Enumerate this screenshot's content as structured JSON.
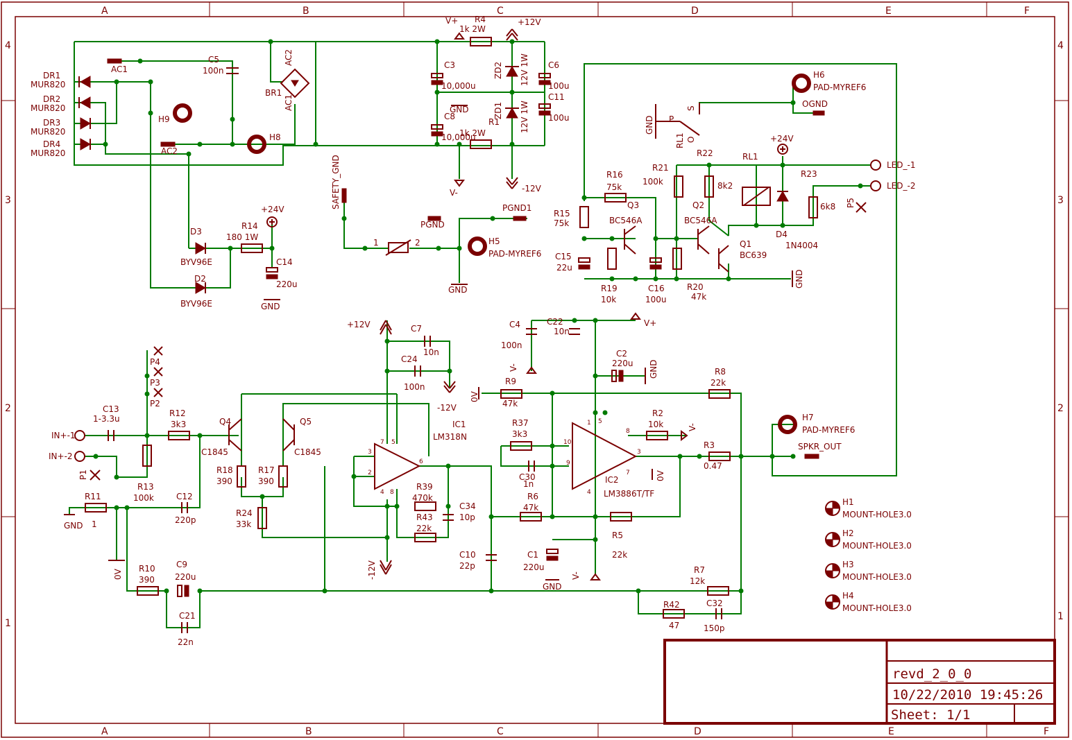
{
  "frame": {
    "columns": [
      "A",
      "B",
      "C",
      "D",
      "E",
      "F"
    ],
    "rows": [
      "4",
      "3",
      "2",
      "1"
    ]
  },
  "title_block": {
    "name": "revd_2_0_0",
    "date": "10/22/2010 19:45:26",
    "sheet": "Sheet: 1/1"
  },
  "labels": {
    "dr1": "DR1",
    "dr1v": "MUR820",
    "dr2": "DR2",
    "dr2v": "MUR820",
    "dr3": "DR3",
    "dr3v": "MUR820",
    "dr4": "DR4",
    "dr4v": "MUR820",
    "ac1": "AC1",
    "ac2": "AC2",
    "c5": "C5",
    "c5v": "100n",
    "br1": "BR1",
    "br_ac1": "AC1",
    "br_ac2": "AC2",
    "h9": "H9",
    "h8": "H8",
    "vplus_top": "V+",
    "r4": "R4",
    "r4v": "1k 2W",
    "p12_top": "+12V",
    "c3": "C3",
    "c3v": "10,000u",
    "gnd_c": "GND",
    "c8": "C8",
    "c8v": "10,000u",
    "r1": "R1",
    "r1v": "1k 2W",
    "vminus_top": "V-",
    "m12_top": "-12V",
    "zd2": "ZD2",
    "zd2v": "12V 1W",
    "zd1": "ZD1",
    "zd1v": "12V 1W",
    "c6": "C6",
    "c6v": "100u",
    "c11": "C11",
    "c11v": "100u",
    "d3": "D3",
    "d3v": "BYV96E",
    "d2": "D2",
    "d2v": "BYV96E",
    "r14": "R14",
    "r14v": "180 1W",
    "p24_a": "+24V",
    "c14": "C14",
    "c14v": "220u",
    "gnd_c14": "GND",
    "safety_gnd": "SAFETY_GND",
    "pgnd": "PGND",
    "pgnd1": "PGND1",
    "h5": "H5",
    "h5v": "PAD-MYREF6",
    "gnd_h5": "GND",
    "pin1": "1",
    "pin2": "2",
    "gnd_rl": "GND",
    "rl_p": "P",
    "rl_s": "S",
    "rl_o": "O",
    "rl1_sw": "RL1",
    "h6": "H6",
    "h6v": "PAD-MYREF6",
    "ognd": "OGND",
    "r22": "R22",
    "r22v": "8k2",
    "rl1": "RL1",
    "p24_b": "+24V",
    "led1": "LED_-1",
    "led2": "LED_-2",
    "r23": "R23",
    "r23v": "6k8",
    "p5": "P5",
    "r16": "R16",
    "r16v": "75k",
    "r21": "R21",
    "r21v": "100k",
    "r15": "R15",
    "r15v": "75k",
    "q3": "Q3",
    "q3v": "BC546A",
    "q2": "Q2",
    "q2v": "BC546A",
    "q1": "Q1",
    "q1v": "BC639",
    "d4": "D4",
    "d4v": "1N4004",
    "c15": "C15",
    "c15v": "22u",
    "r19": "R19",
    "r19v": "10k",
    "c16": "C16",
    "c16v": "100u",
    "r20": "R20",
    "r20v": "47k",
    "gnd_q": "GND",
    "p12_mid": "+12V",
    "c7": "C7",
    "c7v": "10n",
    "c24": "C24",
    "c24v": "100n",
    "m12_mid": "-12V",
    "ic1": "IC1",
    "ic1v": "LM318N",
    "c4": "C4",
    "c4v": "100n",
    "c22": "C22",
    "c22v": "10n",
    "vplus_mid": "V+",
    "c2": "C2",
    "c2v": "220u",
    "gnd_c2": "GND",
    "vminus_c4": "V-",
    "ov_r9": "0V",
    "r9": "R9",
    "r9v": "47k",
    "r8": "R8",
    "r8v": "22k",
    "h7": "H7",
    "h7v": "PAD-MYREF6",
    "spkr": "SPKR_OUT",
    "r37": "R37",
    "r37v": "3k3",
    "r2": "R2",
    "r2v": "10k",
    "vminus_r2": "V-",
    "r3": "R3",
    "r3v": "0.47",
    "c30": "C30",
    "c30v": "1n",
    "ic2": "IC2",
    "ic2v": "LM3886T/TF",
    "ov_ic2": "0V",
    "r6": "R6",
    "r6v": "47k",
    "r5": "R5",
    "r5v": "22k",
    "c1": "C1",
    "c1v": "220u",
    "gnd_c1": "GND",
    "vminus_c1": "V-",
    "p4": "P4",
    "p3": "P3",
    "p2": "P2",
    "c13": "C13",
    "c13v": "1-3.3u",
    "inp1": "IN+-1",
    "inp2": "IN+-2",
    "p1": "P1",
    "r12": "R12",
    "r12v": "3k3",
    "q4": "Q4",
    "q4v": "C1845",
    "q5": "Q5",
    "q5v": "C1845",
    "r13": "R13",
    "r13v": "100k",
    "r18": "R18",
    "r18v": "390",
    "r17": "R17",
    "r17v": "390",
    "r24": "R24",
    "r24v": "33k",
    "c12": "C12",
    "c12v": "220p",
    "r11": "R11",
    "r11v": "1",
    "gnd_r11": "GND",
    "ov_left": "0V",
    "r39": "R39",
    "r39v": "470k",
    "c34": "C34",
    "c34v": "10p",
    "r43": "R43",
    "r43v": "22k",
    "m12_bot": "-12V",
    "c10": "C10",
    "c10v": "22p",
    "r10": "R10",
    "r10v": "390",
    "c9": "C9",
    "c9v": "220u",
    "c21": "C21",
    "c21v": "22n",
    "r7": "R7",
    "r7v": "12k",
    "r42": "R42",
    "r42v": "47",
    "c32": "C32",
    "c32v": "150p",
    "h1": "H1",
    "h1v": "MOUNT-HOLE3.0",
    "h2": "H2",
    "h2v": "MOUNT-HOLE3.0",
    "h3": "H3",
    "h3v": "MOUNT-HOLE3.0",
    "h4": "H4",
    "h4v": "MOUNT-HOLE3.0",
    "pin_ic1_2": "2",
    "pin_ic1_3": "3",
    "pin_ic1_4": "4",
    "pin_ic1_5": "5",
    "pin_ic1_6": "6",
    "pin_ic1_7": "7",
    "pin_ic1_8": "8",
    "pin_ic2_1": "1",
    "pin_ic2_3": "3",
    "pin_ic2_4": "4",
    "pin_ic2_5": "5",
    "pin_ic2_7": "7",
    "pin_ic2_8": "8",
    "pin_ic2_9": "9",
    "pin_ic2_10": "10"
  },
  "colors": {
    "wire": "#007a00",
    "symbol": "#7a0000",
    "frame": "#7a0000"
  }
}
